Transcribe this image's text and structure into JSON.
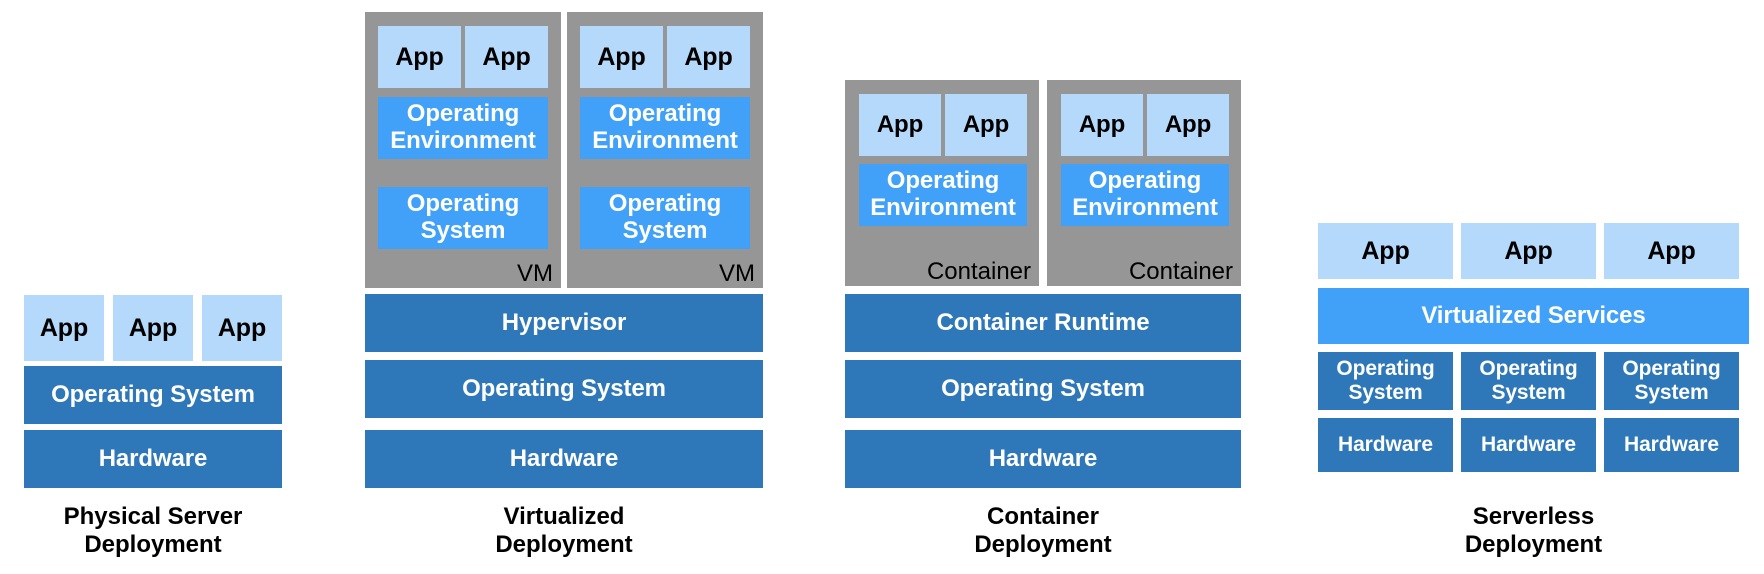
{
  "diagram": {
    "title_visible": false,
    "colors": {
      "app_light_blue": "#b5d9fb",
      "mid_blue": "#41a0f7",
      "dark_blue": "#2e77b8",
      "shell_gray": "#969696",
      "background": "#ffffff",
      "text_dark": "#000000",
      "text_light": "#ffffff"
    },
    "columns": [
      {
        "id": "physical-server",
        "caption": "Physical Server\nDeployment",
        "apps": [
          "App",
          "App",
          "App"
        ],
        "layers": [
          "Operating System",
          "Hardware"
        ]
      },
      {
        "id": "virtualized",
        "caption": "Virtualized\nDeployment",
        "units": [
          {
            "shell_label": "VM",
            "apps": [
              "App",
              "App"
            ],
            "layers": [
              "Operating\nEnvironment",
              "Operating\nSystem"
            ]
          },
          {
            "shell_label": "VM",
            "apps": [
              "App",
              "App"
            ],
            "layers": [
              "Operating\nEnvironment",
              "Operating\nSystem"
            ]
          }
        ],
        "layers": [
          "Hypervisor",
          "Operating System",
          "Hardware"
        ]
      },
      {
        "id": "container",
        "caption": "Container\nDeployment",
        "units": [
          {
            "shell_label": "Container",
            "apps": [
              "App",
              "App"
            ],
            "layers": [
              "Operating\nEnvironment"
            ]
          },
          {
            "shell_label": "Container",
            "apps": [
              "App",
              "App"
            ],
            "layers": [
              "Operating\nEnvironment"
            ]
          }
        ],
        "layers": [
          "Container Runtime",
          "Operating System",
          "Hardware"
        ]
      },
      {
        "id": "serverless",
        "caption": "Serverless\nDeployment",
        "apps": [
          "App",
          "App",
          "App"
        ],
        "shared_layer": "Virtualized Services",
        "os_row": [
          "Operating\nSystem",
          "Operating\nSystem",
          "Operating\nSystem"
        ],
        "hw_row": [
          "Hardware",
          "Hardware",
          "Hardware"
        ]
      }
    ]
  }
}
